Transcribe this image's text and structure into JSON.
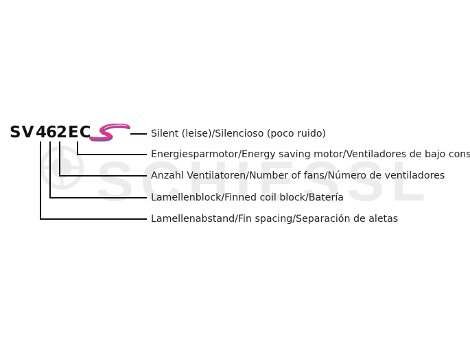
{
  "model_code": {
    "prefix": "SV",
    "fin_spacing": "4",
    "coil_block": "6",
    "fans": "2",
    "motor": "EC"
  },
  "legend": {
    "silent": "Silent (leise)/Silencioso (poco ruido)",
    "motor": "Energiesparmotor/Energy saving motor/Ventiladores de bajo consumo",
    "fans": "Anzahl Ventilatoren/Number of fans/Número de ventiladores",
    "coil_block": "Lamellenblock/Finned coil block/Batería",
    "fin_spacing": "Lamellenabstand/Fin spacing/Separación de aletas"
  },
  "watermark": {
    "text": "SCHIESSL"
  },
  "colors": {
    "ink": "#111111",
    "silent_logo_fill": "#e8348a",
    "silent_logo_shadow": "#5a5fb0",
    "watermark": "#ececec"
  },
  "icons": {
    "silent_badge": "silent-s-icon",
    "brand_mark": "schiessl-logo"
  }
}
